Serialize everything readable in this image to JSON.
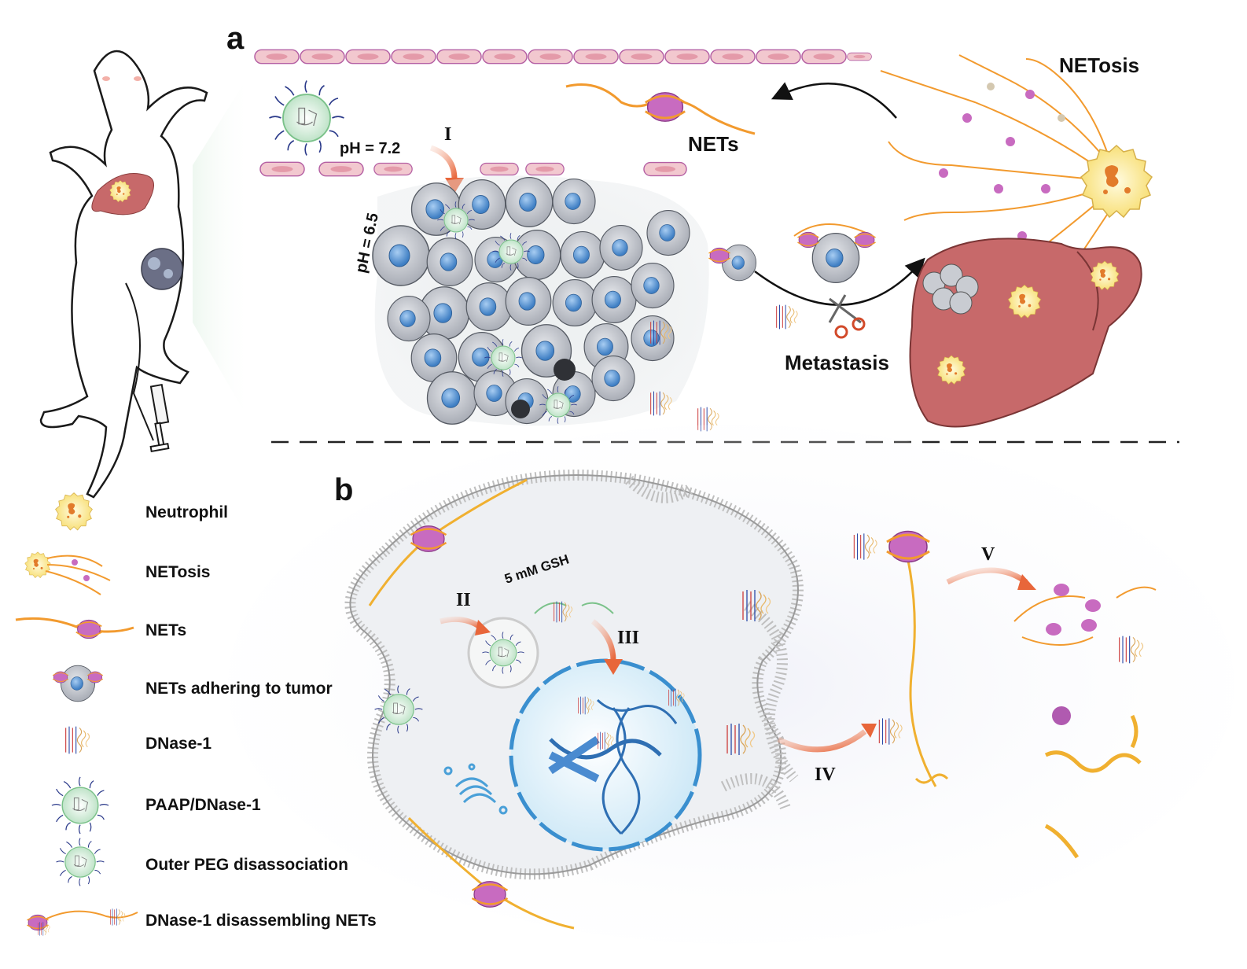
{
  "panels": {
    "a": {
      "label": "a",
      "texts": {
        "ph_blood": "pH = 7.2",
        "ph_tumor": "pH = 6.5",
        "step_1": "I",
        "nets": "NETs",
        "netosis": "NETosis",
        "metastasis": "Metastasis"
      }
    },
    "b": {
      "label": "b",
      "texts": {
        "gsh": "5 mM GSH",
        "step_2": "II",
        "step_3": "III",
        "step_4": "IV",
        "step_5": "V"
      }
    }
  },
  "legend": [
    {
      "icon": "neutrophil-icon",
      "label": "Neutrophil"
    },
    {
      "icon": "netosis-icon",
      "label": "NETosis"
    },
    {
      "icon": "nets-icon",
      "label": "NETs"
    },
    {
      "icon": "nets-adhering-tumor-icon",
      "label": "NETs adhering to tumor"
    },
    {
      "icon": "dnase-1-icon",
      "label": "DNase-1"
    },
    {
      "icon": "paap-dnase-1-icon",
      "label": "PAAP/DNase-1"
    },
    {
      "icon": "outer-peg-disassociation-icon",
      "label": "Outer PEG disassociation"
    },
    {
      "icon": "dnase-1-disassembling-nets-icon",
      "label": "DNase-1 disassembling NETs"
    }
  ],
  "colors": {
    "arrow_orange": "#e8663a",
    "net_strand": "#f29a2e",
    "histone_purple": "#c061b8",
    "tumor_cell": "#c9ccd2",
    "nucleus_blue": "#6aa0d8",
    "neutrophil": "#fbeb9c",
    "liver": "#c7696a",
    "endothelial": "#f2c8cf",
    "membrane_grey": "#c8c8c8",
    "nucleus_membrane": "#3a8fcf"
  }
}
